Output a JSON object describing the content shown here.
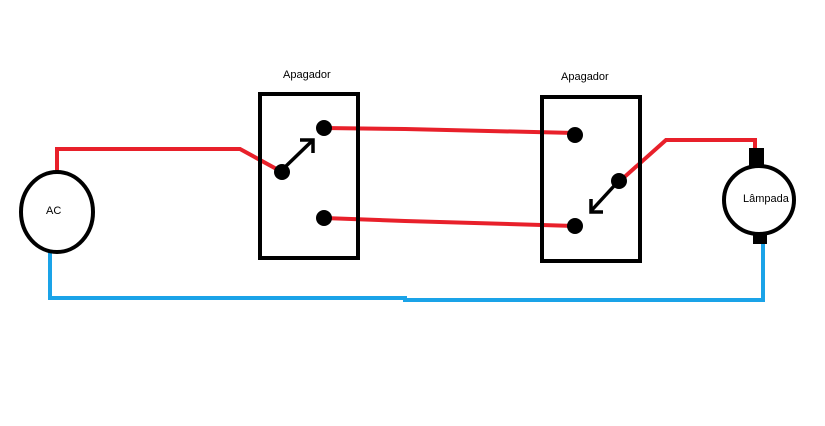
{
  "labels": {
    "source": "AC",
    "switch_left": "Apagador",
    "switch_right": "Apagador",
    "lamp": "Lâmpada"
  },
  "colors": {
    "live_wire": "#e8202a",
    "neutral_wire": "#1aa3e8",
    "outline": "#000000",
    "background": "#ffffff"
  }
}
